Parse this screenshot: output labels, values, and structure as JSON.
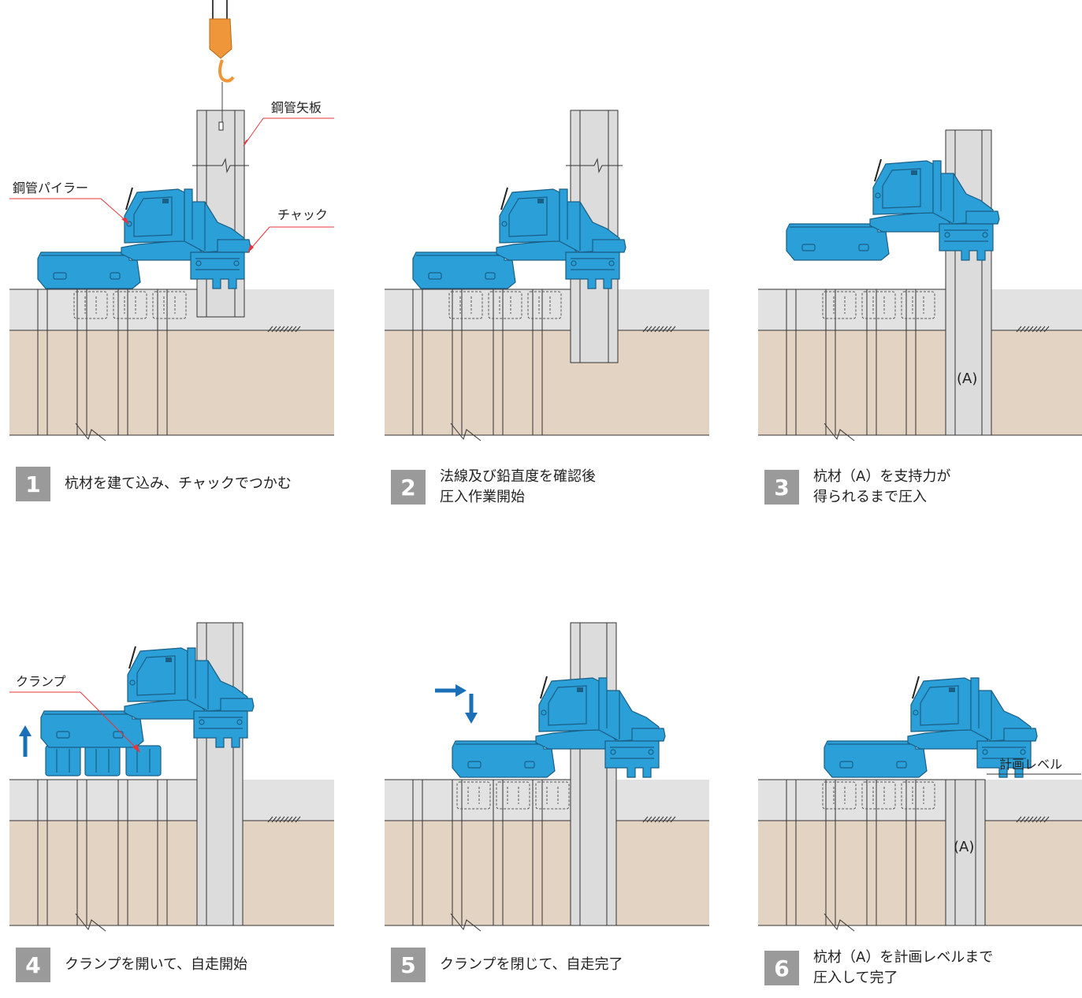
{
  "colors": {
    "machine": "#2a9fd8",
    "machine_dark": "#1a5f86",
    "soil": "#e3d3c3",
    "existing_ground": "#e2e2e2",
    "pile": "#dcdcdc",
    "hook": "#f0963a",
    "leader": "#e8343a",
    "arrow": "#1a6fb6",
    "step_badge": "#9a9a9a"
  },
  "labels": {
    "steel_pipe_sheet_pile": "鋼管矢板",
    "steel_pipe_piler": "鋼管パイラー",
    "chuck": "チャック",
    "clamp": "クランプ",
    "pile_a": "(A)",
    "planned_level": "計画レベル"
  },
  "steps": [
    {
      "num": "1",
      "lines": [
        "杭材を建て込み、チャックでつかむ"
      ]
    },
    {
      "num": "2",
      "lines": [
        "法線及び鉛直度を確認後",
        "圧入作業開始"
      ]
    },
    {
      "num": "3",
      "lines": [
        "杭材（A）を支持力が",
        "得られるまで圧入"
      ]
    },
    {
      "num": "4",
      "lines": [
        "クランプを開いて、自走開始"
      ]
    },
    {
      "num": "5",
      "lines": [
        "クランプを閉じて、自走完了"
      ]
    },
    {
      "num": "6",
      "lines": [
        "杭材（A）を計画レベルまで",
        "圧入して完了"
      ]
    }
  ]
}
